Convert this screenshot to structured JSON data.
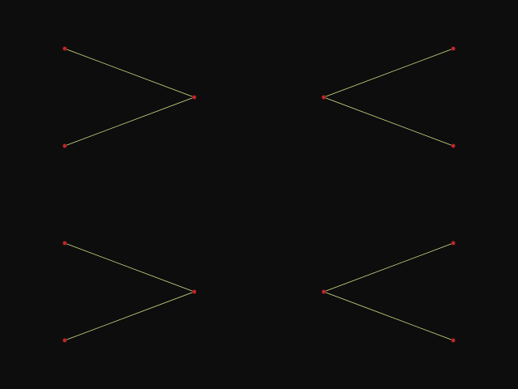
{
  "colors": {
    "background": "#0d0d0d",
    "edge": "#d8e38a",
    "node_fill": "#c0282d",
    "node_stroke": "#7a1115"
  },
  "chevrons": [
    {
      "id": "top-left",
      "direction": "pointing-right"
    },
    {
      "id": "top-right",
      "direction": "pointing-left"
    },
    {
      "id": "bottom-left",
      "direction": "pointing-right"
    },
    {
      "id": "bottom-right",
      "direction": "pointing-left"
    }
  ]
}
